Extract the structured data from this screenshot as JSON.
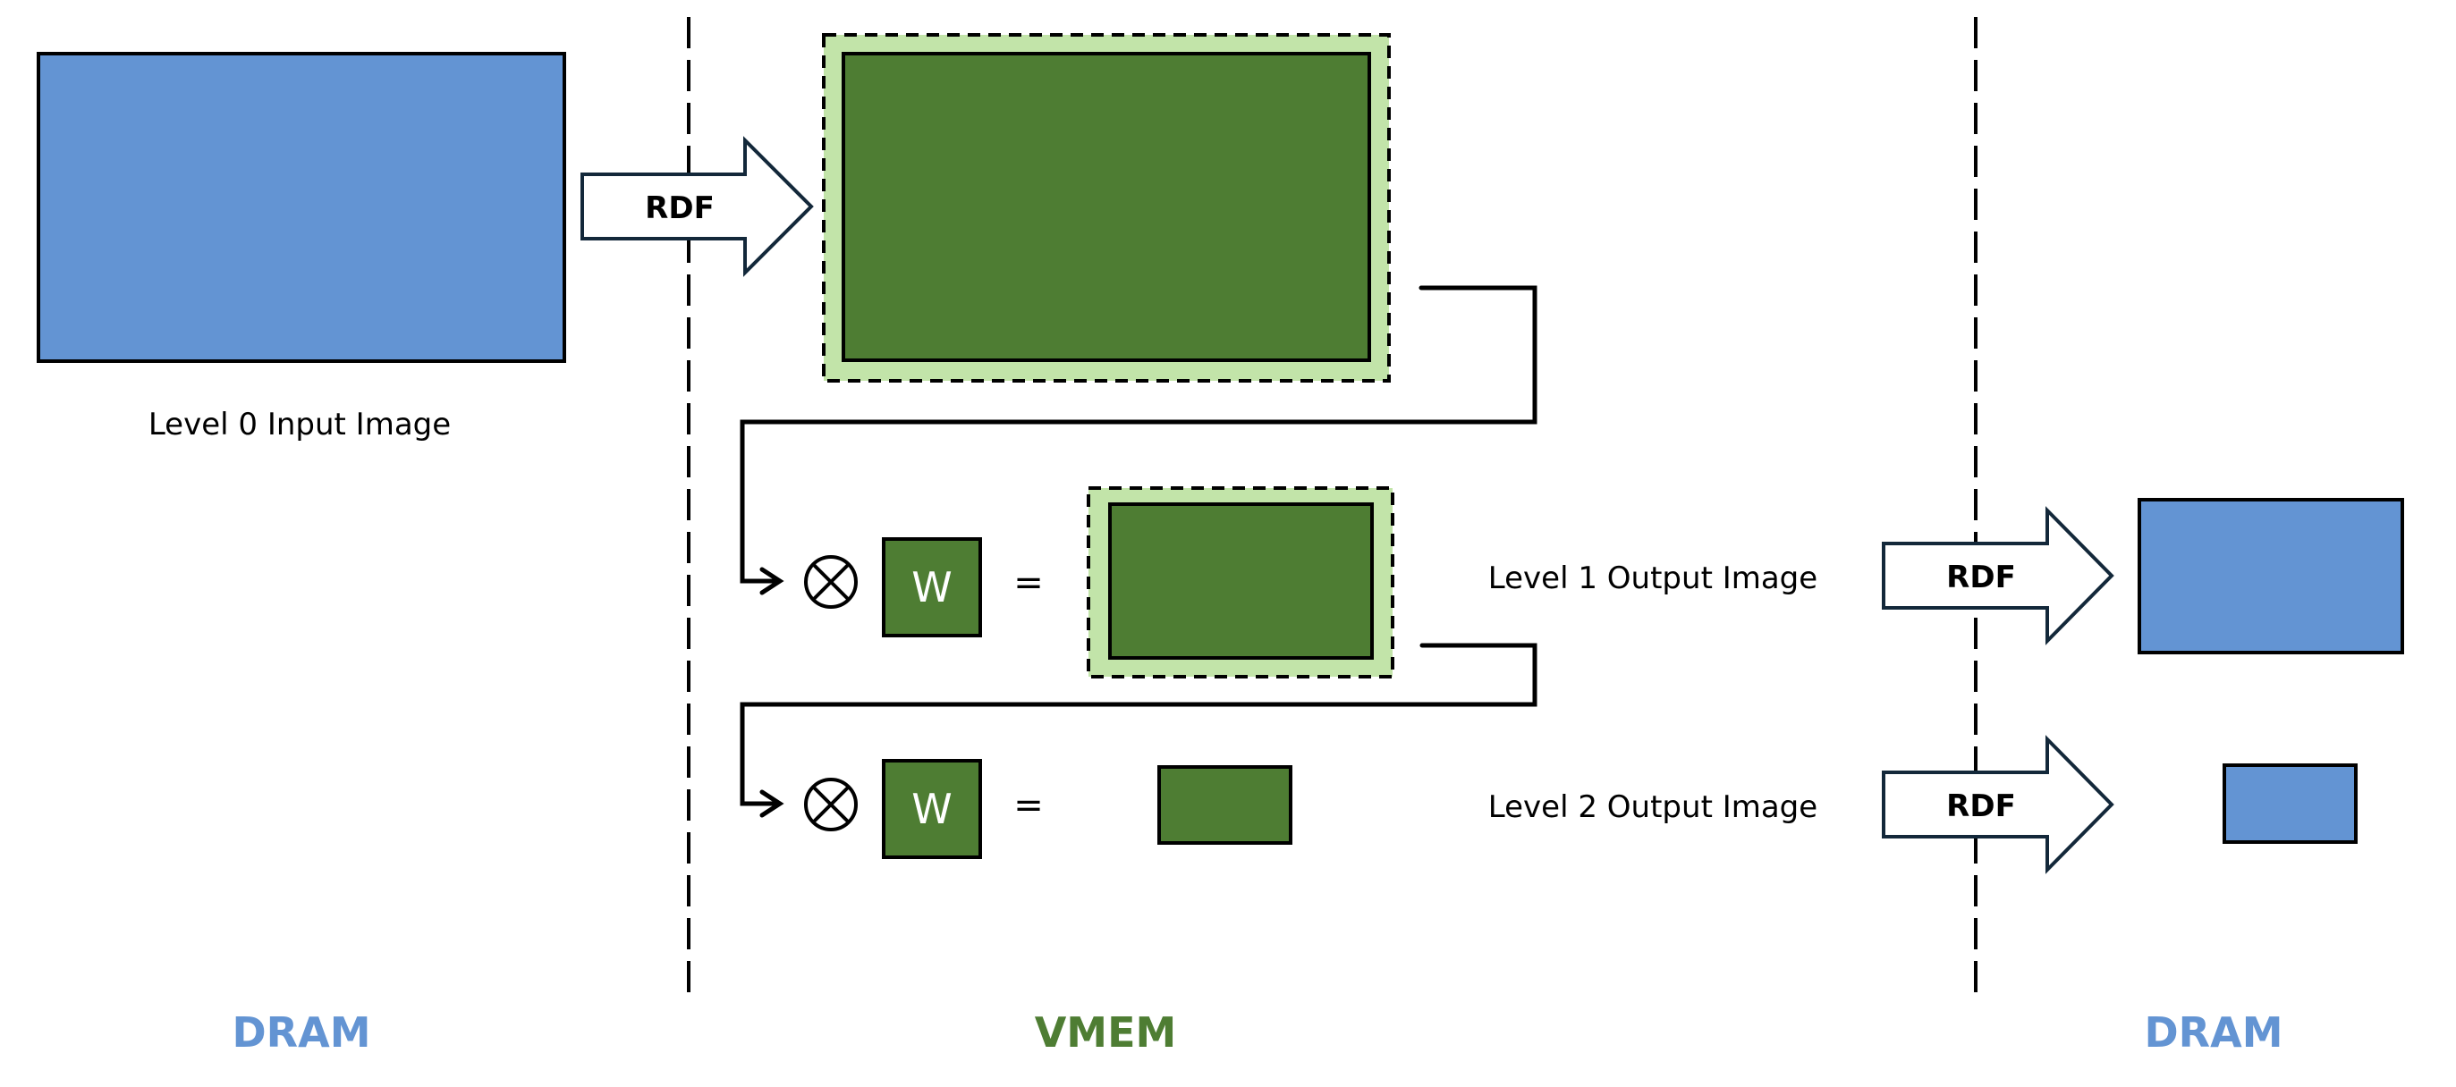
{
  "colors": {
    "dram_blue": "#6394d3",
    "vmem_green": "#4e7d33",
    "buffer_light_green": "#c2e4a9",
    "arrow_stroke": "#13283a",
    "dram_label": "#6394d3",
    "vmem_label": "#4e7d33"
  },
  "regions": {
    "left": "DRAM",
    "middle": "VMEM",
    "right": "DRAM"
  },
  "arrows": {
    "load": "RDF",
    "store_level1": "RDF",
    "store_level2": "RDF"
  },
  "labels": {
    "level0": "Level 0 Input Image",
    "level1": "Level 1 Output Image",
    "level2": "Level 2 Output Image"
  },
  "ops": {
    "multiply_symbol": "circle-times",
    "weight_row1": "W",
    "weight_row2": "W",
    "equals_row1": "=",
    "equals_row2": "="
  }
}
